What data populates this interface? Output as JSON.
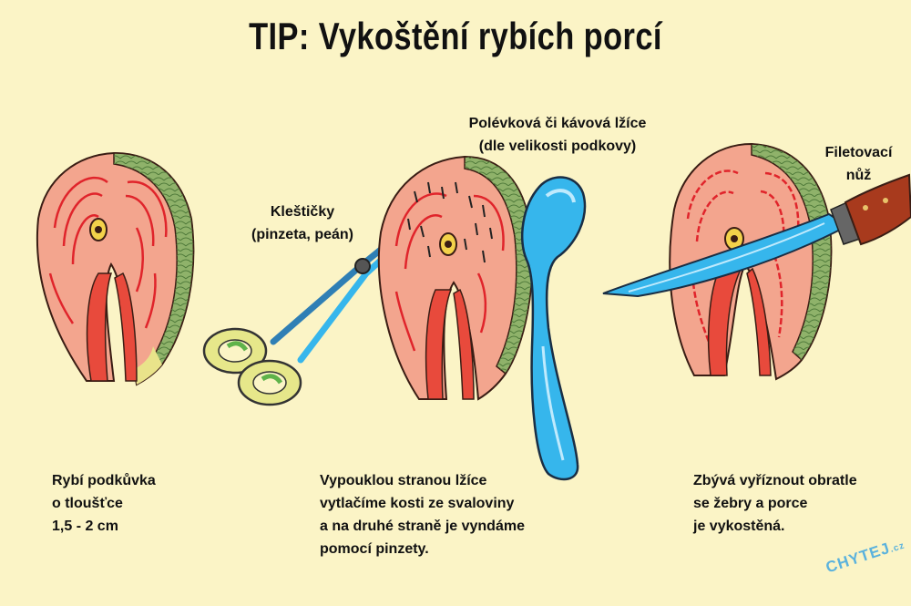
{
  "title": "TIP: Vykoštění rybích porcí",
  "labels": {
    "tweezers": [
      "Kleštičky",
      "(pinzeta, peán)"
    ],
    "spoon": [
      "Polévková či kávová lžíce",
      "(dle velikosti podkovy)"
    ],
    "knife": [
      "Filetovací",
      "nůž"
    ]
  },
  "captions": {
    "step1": [
      "Rybí podkůvka",
      "o tloušťce",
      "1,5 - 2 cm"
    ],
    "step2": [
      "Vypouklou stranou lžíce",
      "vytlačíme kosti ze svaloviny",
      "a na druhé straně je vyndáme",
      "pomocí pinzety."
    ],
    "step3": [
      "Zbývá vyříznout obratle",
      "se žebry a porce",
      "je vykostěná."
    ]
  },
  "logo": {
    "main": "CHYTEJ",
    "suffix": ".cz"
  },
  "colors": {
    "background": "#fbf4c6",
    "flesh": "#f3a58e",
    "flesh_stripes": "#e0242b",
    "skin": "#8fb26a",
    "belly_skin": "#e9e38a",
    "spoon": "#36b6ec",
    "tweezer_handle": "#e6e78a",
    "knife_handle": "#a83a1d"
  },
  "icons": [
    "salmon-steak-icon",
    "tweezers-icon",
    "spoon-icon",
    "fillet-knife-icon"
  ]
}
